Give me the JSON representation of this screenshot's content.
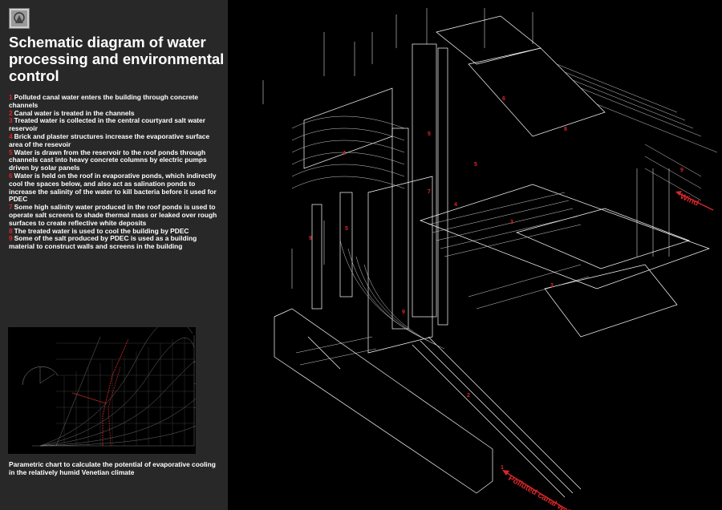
{
  "title": "Schematic diagram of water processing and environmental control",
  "steps": [
    {
      "num": "1",
      "text": "Polluted canal water enters the building through concrete channels"
    },
    {
      "num": "2",
      "text": "Canal water is treated in the channels"
    },
    {
      "num": "3",
      "text": "Treated water is collected in the central courtyard salt water reservoir"
    },
    {
      "num": "4",
      "text": "Brick and plaster structures increase the evaporative surface area of the resevoir"
    },
    {
      "num": "5",
      "text": "Water is drawn from the reservoir to the roof ponds through channels cast into heavy concrete columns by electric pumps driven by solar panels"
    },
    {
      "num": "6",
      "text": "Water is held on the roof in evaporative ponds, which indirectly cool the spaces below, and also act as salination ponds to increase the salinity of the water to kill bacteria before it used for PDEC"
    },
    {
      "num": "7",
      "text": "Some high salinity water produced in the roof ponds is used to operate salt screens to shade thermal mass or leaked over rough surfaces to create reflective white deposits"
    },
    {
      "num": "8",
      "text": "The treated water is used to cool the building by PDEC"
    },
    {
      "num": "9",
      "text": "Some of the salt produced by PDEC is used as a building material to construct walls and screens in the building"
    }
  ],
  "chart_caption": "Parametric chart to calculate the potential of evaporative cooling in the relatively humid Venetian climate",
  "diagram_labels": {
    "wind": "Wind",
    "polluted_canal_water": "Polluted canal water",
    "markers": [
      {
        "id": "m1",
        "text": "1"
      },
      {
        "id": "m2",
        "text": "2"
      },
      {
        "id": "m3a",
        "text": "3"
      },
      {
        "id": "m3b",
        "text": "3"
      },
      {
        "id": "m4a",
        "text": "4"
      },
      {
        "id": "m4b",
        "text": "4"
      },
      {
        "id": "m5a",
        "text": "5"
      },
      {
        "id": "m5b",
        "text": "5"
      },
      {
        "id": "m5c",
        "text": "5"
      },
      {
        "id": "m6",
        "text": "6"
      },
      {
        "id": "m7",
        "text": "7"
      },
      {
        "id": "m8",
        "text": "8"
      },
      {
        "id": "m9a",
        "text": "9"
      },
      {
        "id": "m9b",
        "text": "9"
      },
      {
        "id": "m9c",
        "text": "9"
      }
    ]
  },
  "colors": {
    "panel_background": "#282828",
    "accent_red": "#d8262a",
    "line_white": "#ffffff"
  }
}
